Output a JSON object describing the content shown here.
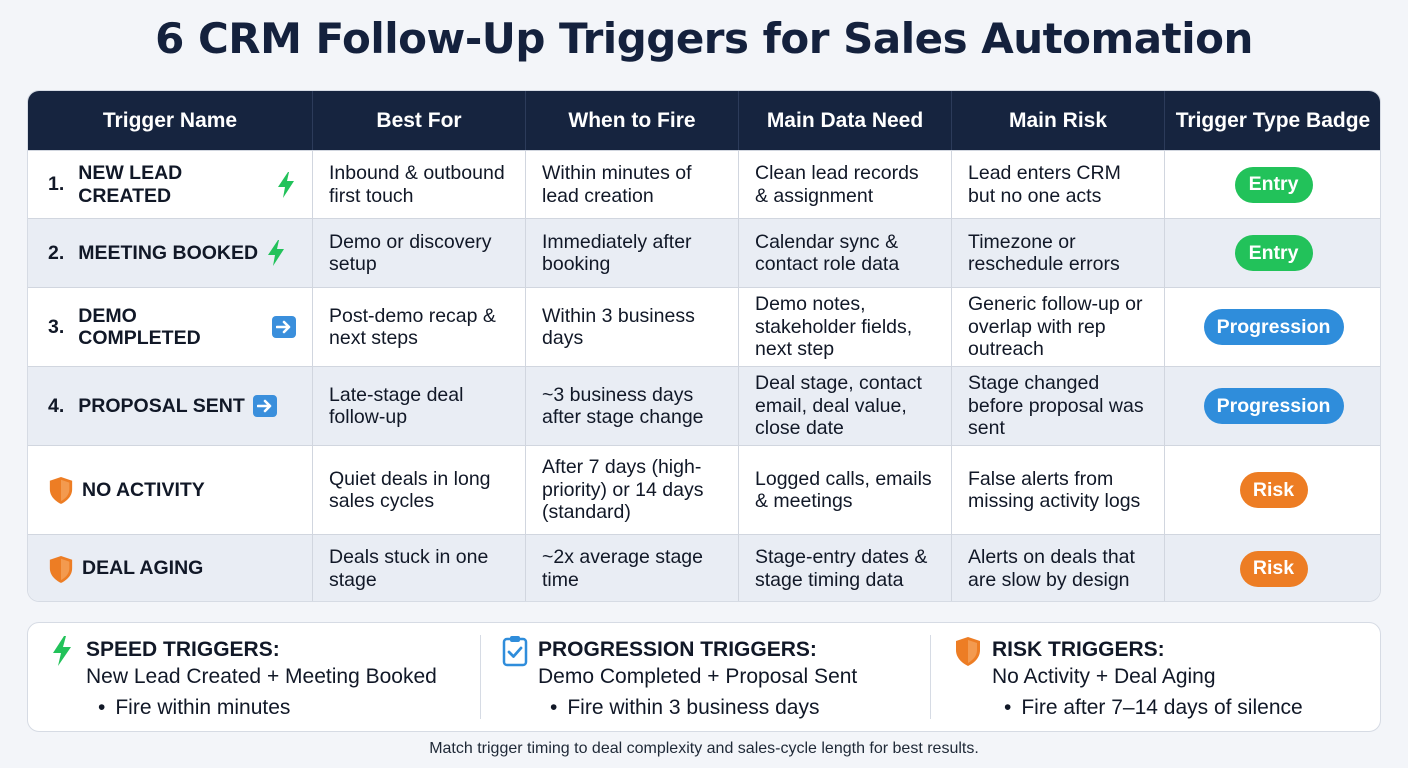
{
  "title": "6 CRM Follow-Up Triggers for Sales Automation",
  "table": {
    "headers": [
      "Trigger Name",
      "Best For",
      "When to Fire",
      "Main Data Need",
      "Main Risk",
      "Trigger Type Badge"
    ],
    "rows": [
      {
        "number": "1.",
        "name": "NEW LEAD CREATED",
        "icon": "lightning-icon",
        "best_for": "Inbound & outbound first touch",
        "when": "Within minutes of lead creation",
        "data_need": "Clean lead records & assignment",
        "risk": "Lead enters CRM but no one acts",
        "badge": "Entry",
        "badge_type": "entry"
      },
      {
        "number": "2.",
        "name": "MEETING BOOKED",
        "icon": "lightning-icon",
        "best_for": "Demo or discovery setup",
        "when": "Immediately after booking",
        "data_need": "Calendar sync & contact role data",
        "risk": "Timezone or reschedule errors",
        "badge": "Entry",
        "badge_type": "entry"
      },
      {
        "number": "3.",
        "name": "DEMO COMPLETED",
        "icon": "arrow-right-icon",
        "best_for": "Post-demo recap & next steps",
        "when": "Within 3 business days",
        "data_need": "Demo notes, stakeholder fields, next step",
        "risk": "Generic follow-up or overlap with rep outreach",
        "badge": "Progression",
        "badge_type": "progression"
      },
      {
        "number": "4.",
        "name": "PROPOSAL SENT",
        "icon": "arrow-right-icon",
        "best_for": "Late-stage deal follow-up",
        "when": "~3 business days after stage change",
        "data_need": "Deal stage, contact email, deal value, close date",
        "risk": "Stage changed before proposal was sent",
        "badge": "Progression",
        "badge_type": "progression"
      },
      {
        "number": "",
        "name": "NO ACTIVITY",
        "icon": "shield-icon",
        "best_for": "Quiet deals in long sales cycles",
        "when": "After 7 days (high-priority) or 14 days (standard)",
        "data_need": "Logged calls, emails & meetings",
        "risk": "False alerts from missing activity logs",
        "badge": "Risk",
        "badge_type": "risk"
      },
      {
        "number": "",
        "name": "DEAL AGING",
        "icon": "shield-icon",
        "best_for": "Deals stuck in one stage",
        "when": "~2x average stage time",
        "data_need": "Stage-entry dates & stage timing data",
        "risk": "Alerts on deals that are slow by design",
        "badge": "Risk",
        "badge_type": "risk"
      }
    ]
  },
  "legend": [
    {
      "icon": "lightning-icon",
      "title": "SPEED TRIGGERS:",
      "subtitle": "New Lead Created + Meeting Booked",
      "bullet": "Fire within minutes"
    },
    {
      "icon": "clipboard-check-icon",
      "title": "PROGRESSION TRIGGERS:",
      "subtitle": "Demo Completed + Proposal Sent",
      "bullet": "Fire within 3 business days"
    },
    {
      "icon": "shield-icon",
      "title": "RISK TRIGGERS:",
      "subtitle": "No Activity + Deal Aging",
      "bullet": "Fire after 7–14 days of silence"
    }
  ],
  "footer": "Match trigger timing to deal complexity and sales-cycle length for best results.",
  "colors": {
    "header_bg": "#16243f",
    "entry": "#22c25a",
    "progression": "#2f8ddb",
    "risk": "#ed7d24"
  }
}
